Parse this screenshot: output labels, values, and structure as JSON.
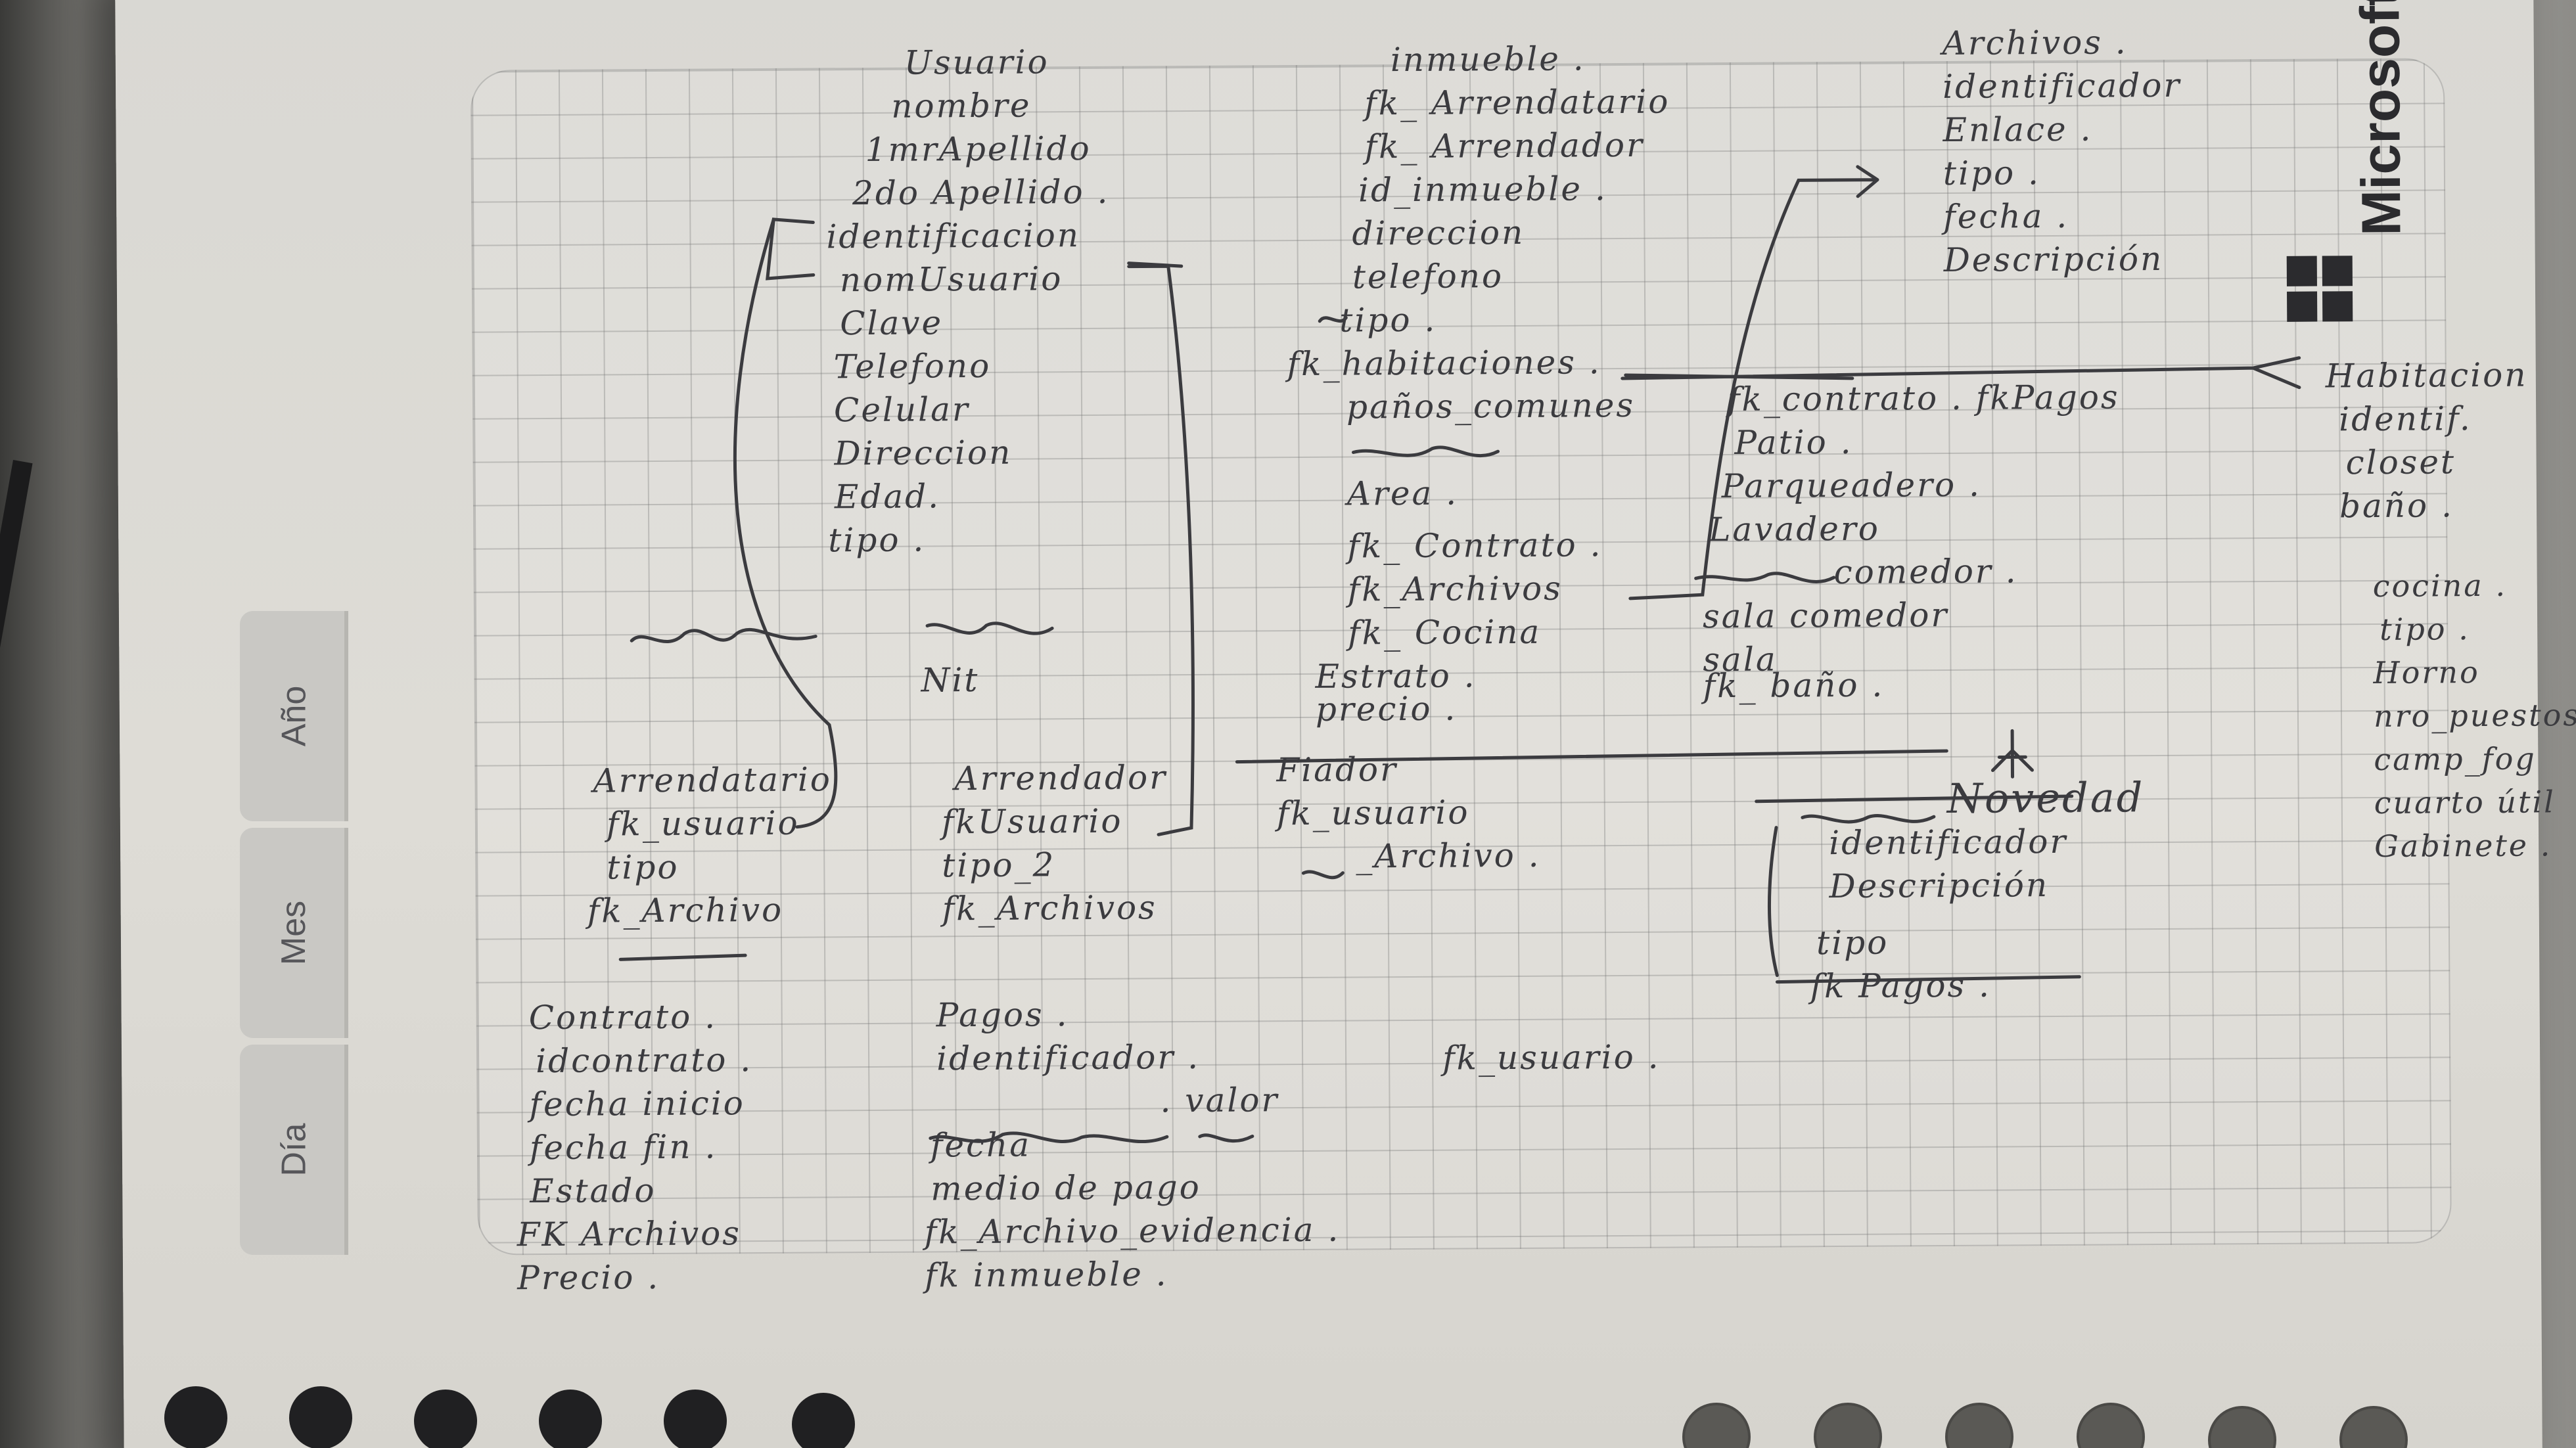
{
  "brand": {
    "wordmark": "Microsoft"
  },
  "side_tabs": [
    "Año",
    "Mes",
    "Día"
  ],
  "entities": {
    "usuario": [
      "Usuario",
      "nombre",
      "1mrApellido",
      "2do Apellido .",
      "identificacion",
      "nomUsuario",
      "Clave",
      "Telefono",
      "Celular",
      "Direccion",
      "Edad.",
      "tipo ."
    ],
    "inmueble": [
      "inmueble .",
      "fk_ Arrendatario",
      "fk_ Arrendador",
      "id_inmueble .",
      "direccion",
      "telefono",
      "tipo .",
      "fk_habitaciones .",
      "paños_comunes",
      "Area .",
      "fk_ Contrato .",
      "fk_Archivos",
      "fk_ Cocina",
      "Estrato .",
      "precio ."
    ],
    "archivos": [
      "Archivos .",
      "identificador",
      "Enlace .",
      "tipo .",
      "fecha .",
      "Descripción"
    ],
    "paños_comunes": [
      "fk_contrato . fkPagos",
      "Patio .",
      "Parqueadero .",
      "Lavadero",
      "comedor .",
      "sala comedor",
      "sala",
      "fk_ baño ."
    ],
    "habitacion": [
      "Habitacion",
      "identif.",
      "closet",
      "baño ."
    ],
    "cocina": [
      "cocina .",
      "tipo .",
      "Horno",
      "nro_puestos",
      "camp_fog",
      "cuarto útil",
      "Gabinete ."
    ],
    "persona": [
      "Nit"
    ],
    "arrendatario": [
      "Arrendatario",
      "fk_usuario",
      "tipo",
      "fk_Archivo"
    ],
    "arrendador": [
      "Arrendador",
      "fkUsuario",
      "tipo_2",
      "fk_Archivos"
    ],
    "fiador": [
      "Fiador",
      "fk_usuario",
      "_Archivo ."
    ],
    "novedad": [
      "Novedad",
      "identificador",
      "Descripción",
      "tipo",
      "fk Pagos ."
    ],
    "contrato": [
      "Contrato .",
      "idcontrato .",
      "fecha inicio",
      "fecha fin .",
      "Estado",
      "FK Archivos",
      "Precio ."
    ],
    "pagos": [
      "Pagos .",
      "identificador .",
      ". valor",
      "fecha",
      "medio de pago",
      "fk_Archivo_evidencia .",
      "fk inmueble ."
    ],
    "loose": [
      "fk_usuario ."
    ]
  }
}
